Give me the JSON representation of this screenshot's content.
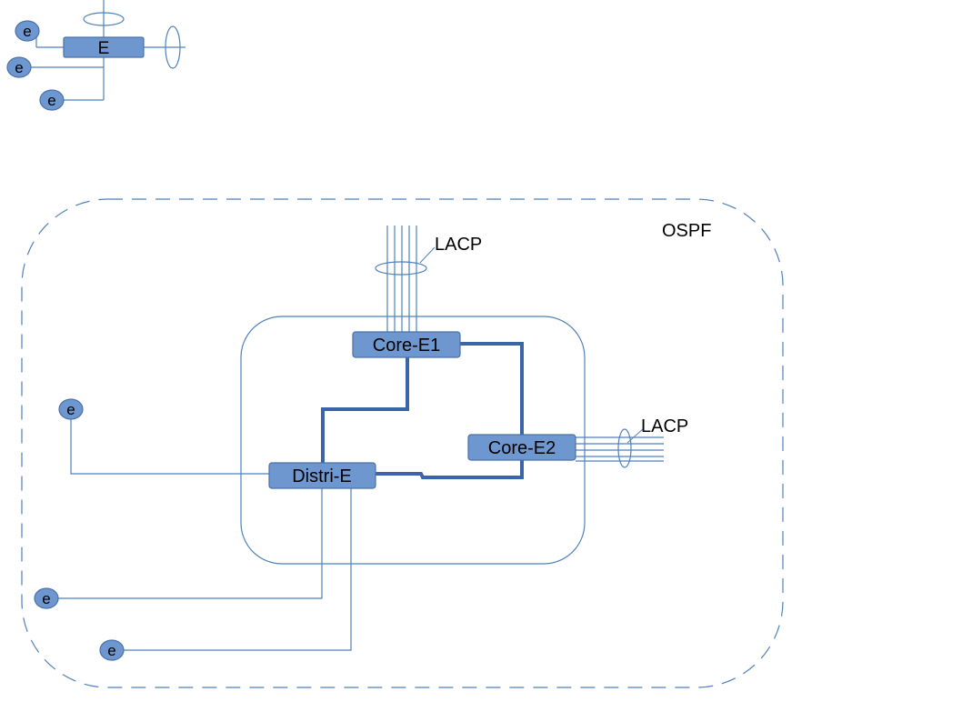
{
  "legend": {
    "node_label": "E",
    "endpoint_label": "e"
  },
  "area": {
    "label": "OSPF"
  },
  "nodes": {
    "core_e1": "Core-E1",
    "core_e2": "Core-E2",
    "distri_e": "Distri-E"
  },
  "bundles": {
    "top_label": "LACP",
    "right_label": "LACP"
  },
  "endpoints": {
    "label": "e"
  },
  "colors": {
    "node_fill": "#6f97cf",
    "node_stroke": "#4a72a8",
    "line": "#4f81bd",
    "thick_line": "#3c64a8",
    "text": "#000000"
  }
}
